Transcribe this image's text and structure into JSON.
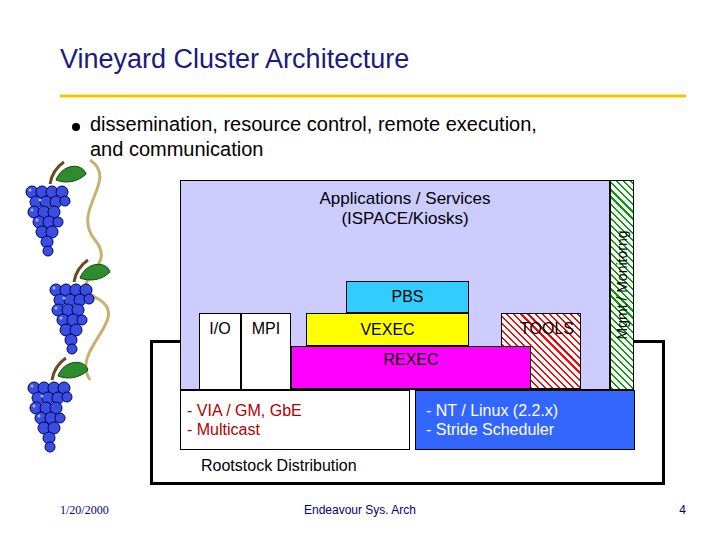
{
  "diagram": {
    "title": "Vineyard Cluster Architecture",
    "nodes": [
      {
        "text": [
          "Applications / Services (ISPACE/Kiosks)"
        ]
      },
      {
        "text": [
          "PBS"
        ],
        "in": 0
      },
      {
        "text": [
          "I/O"
        ],
        "in": 0
      },
      {
        "text": [
          "MPI"
        ],
        "in": 0
      },
      {
        "text": [
          "VEXEC"
        ],
        "in": 0
      },
      {
        "text": [
          "TOOLS"
        ],
        "in": 0
      },
      {
        "text": [
          "REXEC"
        ],
        "in": 0
      },
      {
        "text": [
          "Mgmt / Monitorng"
        ]
      },
      {
        "text": [
          "Rootstock Distribution"
        ]
      },
      {
        "text": [
          "- VIA / GM, GbE",
          "- Multicast"
        ],
        "in": 8
      },
      {
        "text": [
          "- NT / Linux (2.2.x)",
          "- Stride Scheduler"
        ],
        "in": 8
      }
    ],
    "labels": [
      "dissemination, resource control, remote execution, and communication",
      "1/20/2000",
      "Endeavour Sys. Arch",
      "4"
    ]
  }
}
